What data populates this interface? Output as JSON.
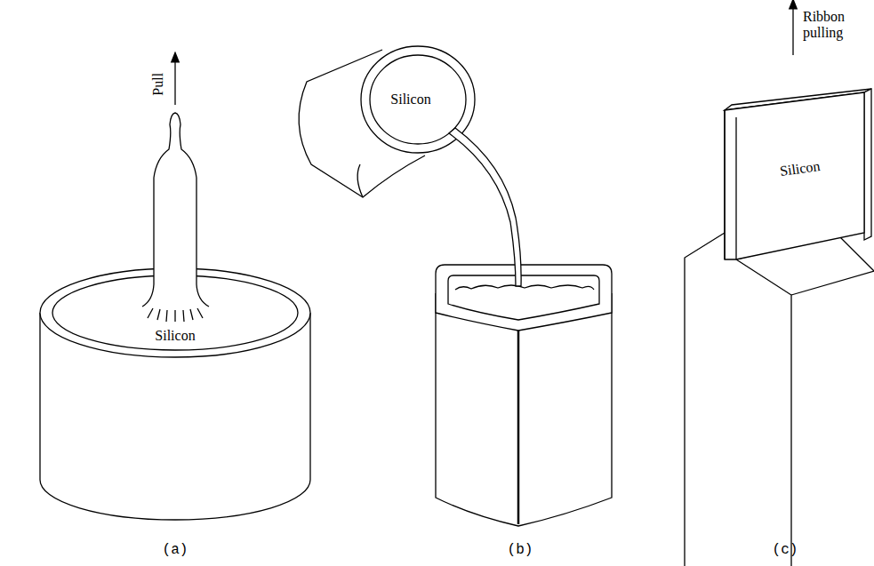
{
  "diagram": {
    "labels": [
      "Pull",
      "Silicon",
      "Silicon",
      "Ribbon pulling",
      "Silicon",
      "(a)",
      "(b)",
      "(c)"
    ]
  }
}
